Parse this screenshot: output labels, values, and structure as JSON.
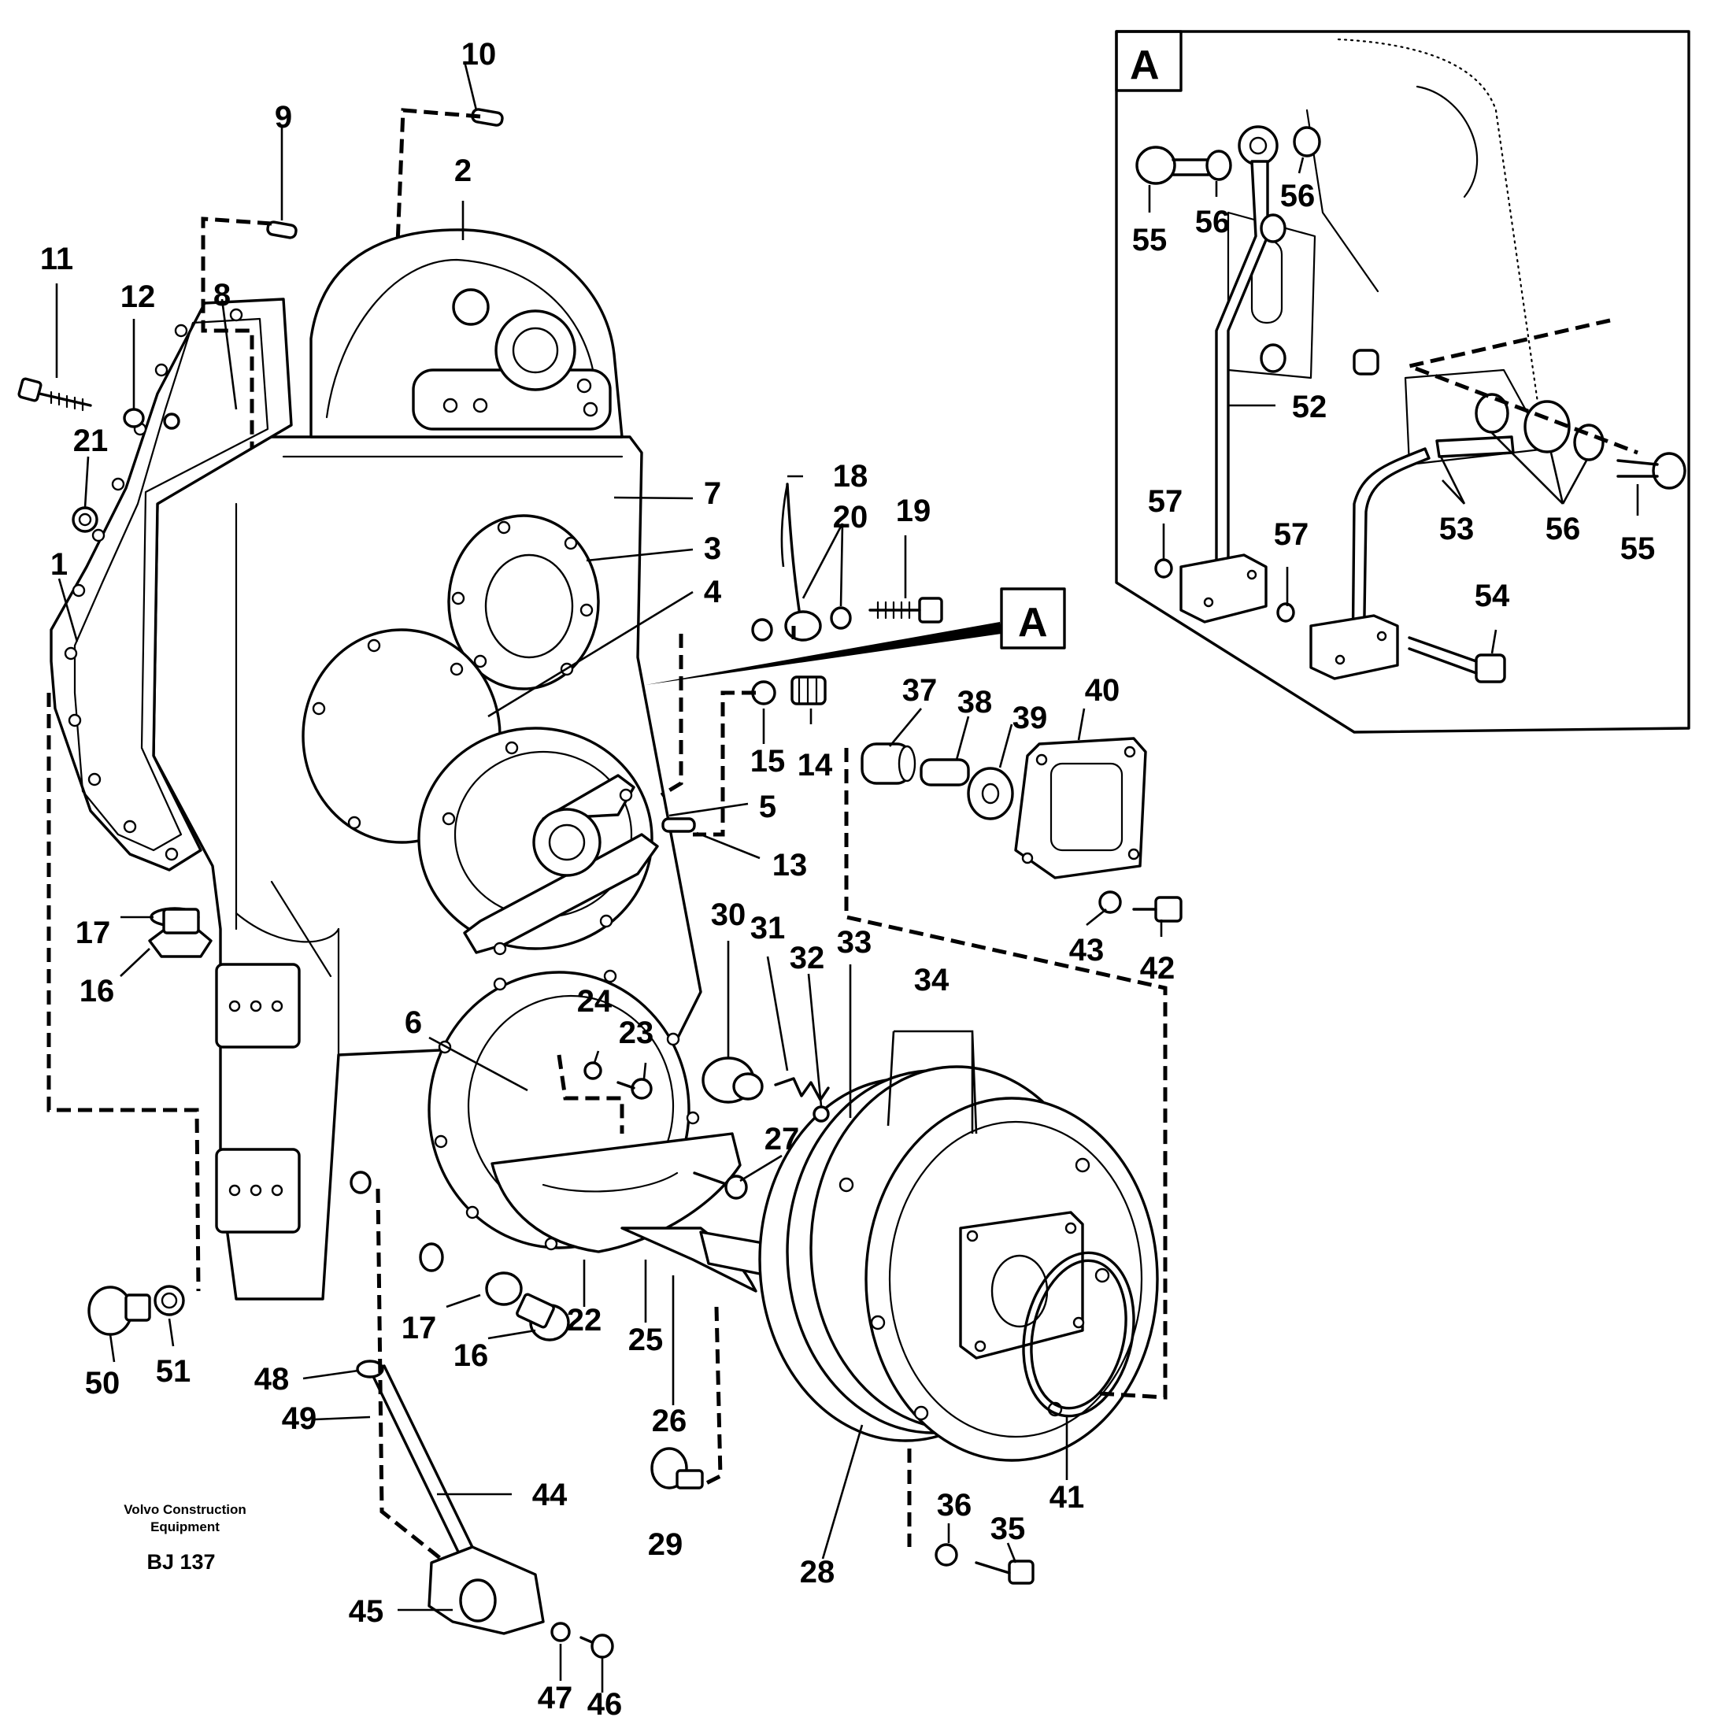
{
  "diagram": {
    "detail_label": "A",
    "credit_line1": "Volvo Construction",
    "credit_line2": "Equipment",
    "figure_code": "BJ 137"
  },
  "callouts": {
    "n1": "1",
    "n2": "2",
    "n3": "3",
    "n4": "4",
    "n5": "5",
    "n6": "6",
    "n7": "7",
    "n8": "8",
    "n9": "9",
    "n10": "10",
    "n11": "11",
    "n12": "12",
    "n13": "13",
    "n14": "14",
    "n15": "15",
    "n16a": "16",
    "n16b": "16",
    "n17a": "17",
    "n17b": "17",
    "n18": "18",
    "n19": "19",
    "n20": "20",
    "n21": "21",
    "n22": "22",
    "n23": "23",
    "n24": "24",
    "n25": "25",
    "n26": "26",
    "n27": "27",
    "n28": "28",
    "n29": "29",
    "n30": "30",
    "n31": "31",
    "n32": "32",
    "n33": "33",
    "n34": "34",
    "n35": "35",
    "n36": "36",
    "n37": "37",
    "n38": "38",
    "n39": "39",
    "n40": "40",
    "n41": "41",
    "n42": "42",
    "n43": "43",
    "n44": "44",
    "n45": "45",
    "n46": "46",
    "n47": "47",
    "n48": "48",
    "n49": "49",
    "n50": "50",
    "n51": "51",
    "n52": "52",
    "n53": "53",
    "n54": "54",
    "n55a": "55",
    "n55b": "55",
    "n56a": "56",
    "n56b": "56",
    "n56c": "56",
    "n57a": "57",
    "n57b": "57"
  }
}
